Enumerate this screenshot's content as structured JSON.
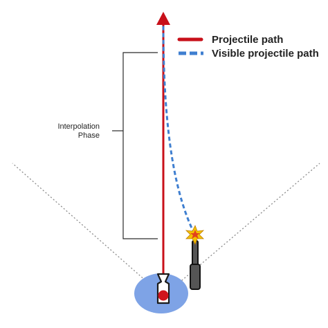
{
  "legend": {
    "items": [
      {
        "label": "Projectile path",
        "color": "#c8101a",
        "style": "solid"
      },
      {
        "label": "Visible projectile path",
        "color": "#3f7fd0",
        "style": "dashed"
      }
    ]
  },
  "bracket": {
    "label_line1": "Interpolation",
    "label_line2": "Phase"
  },
  "colors": {
    "projectile_path": "#c8101a",
    "visible_path": "#3f7fd0",
    "player_zone": "#7ea3e6",
    "bracket": "#2a2a2a",
    "view_cone": "#8a8a8a",
    "muzzle_flash_outer": "#f2c200",
    "muzzle_flash_inner": "#e2411c"
  },
  "icons": {
    "player": "player-icon",
    "gun": "gun-icon",
    "muzzle_flash": "muzzle-flash-icon"
  }
}
